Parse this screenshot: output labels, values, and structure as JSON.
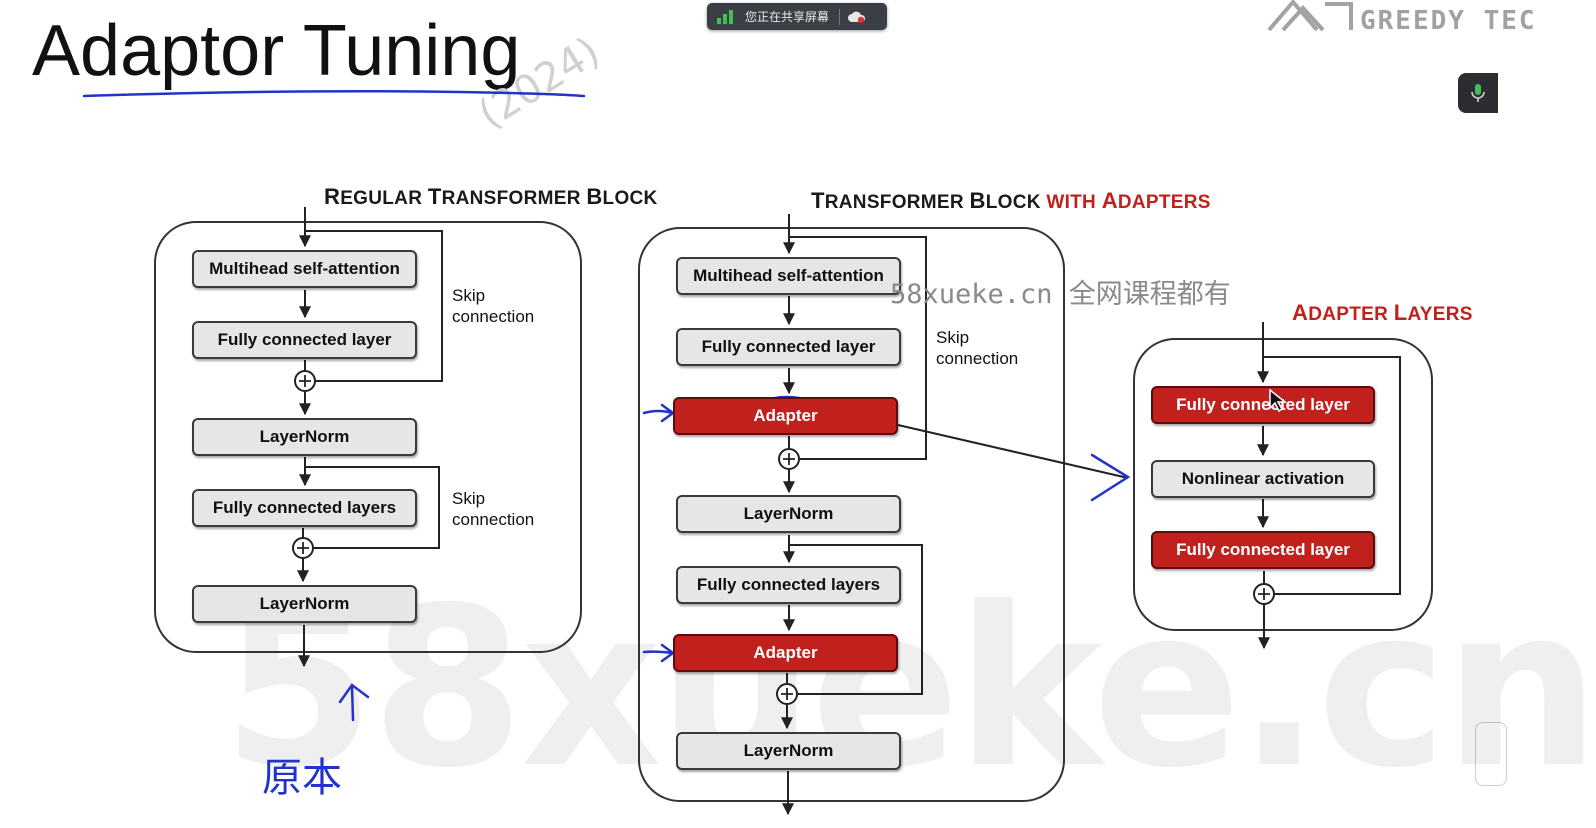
{
  "title": "Adaptor Tuning",
  "screen_share": {
    "status_text": "您正在共享屏幕"
  },
  "logo": {
    "text": "GREEDY TEC"
  },
  "watermark": {
    "small": "58xueke.cn 全网课程都有",
    "big": "58xueke.cn"
  },
  "ghost_text": "(2024)",
  "handwriting": {
    "note": "原本"
  },
  "diagram": {
    "regular": {
      "label_cap": "R",
      "label_rest": "EGULAR",
      "label_t": "T",
      "label_transformer": "RANSFORMER",
      "label_b": "B",
      "label_block": "LOCK",
      "nodes": [
        "Multihead self-attention",
        "Fully connected layer",
        "LayerNorm",
        "Fully connected layers",
        "LayerNorm"
      ],
      "skip_1": [
        "Skip",
        "connection"
      ],
      "skip_2": [
        "Skip",
        "connection"
      ]
    },
    "adapters": {
      "label_t": "T",
      "label_transformer": "RANSFORMER",
      "label_b": "B",
      "label_block": "LOCK",
      "label_with": "WITH",
      "label_a": "A",
      "label_adapters": "DAPTERS",
      "nodes": [
        "Multihead self-attention",
        "Fully connected layer",
        "Adapter",
        "LayerNorm",
        "Fully connected layers",
        "Adapter",
        "LayerNorm"
      ],
      "skip": [
        "Skip",
        "connection"
      ]
    },
    "adapter_layers": {
      "label_a": "A",
      "label_dapter": "DAPTER",
      "label_l": "L",
      "label_ayers": "AYERS",
      "nodes": [
        "Fully connected layer",
        "Nonlinear activation",
        "Fully connected layer"
      ]
    }
  },
  "colors": {
    "adapter_red": "#c0211d",
    "node_gray": "#e6e6e6",
    "ink_blue": "#2133c9"
  }
}
